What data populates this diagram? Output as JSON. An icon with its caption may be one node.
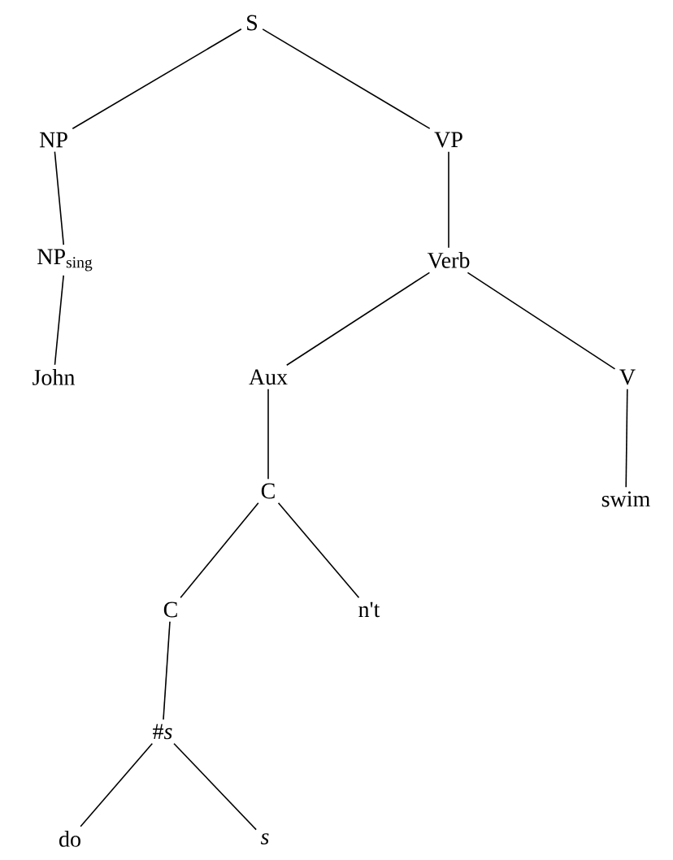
{
  "diagram": {
    "nodes": [
      {
        "text": [
          "S"
        ]
      },
      {
        "text": [
          "NP"
        ]
      },
      {
        "text": [
          "VP"
        ]
      },
      {
        "text": [
          "NP$_{sing}$"
        ]
      },
      {
        "text": [
          "Verb"
        ]
      },
      {
        "text": [
          "John"
        ]
      },
      {
        "text": [
          "Aux"
        ]
      },
      {
        "text": [
          "V"
        ]
      },
      {
        "text": [
          "C"
        ]
      },
      {
        "text": [
          "swim"
        ]
      },
      {
        "text": [
          "C"
        ]
      },
      {
        "text": [
          "n't"
        ]
      },
      {
        "text": [
          "#*s*"
        ]
      },
      {
        "text": [
          "do"
        ]
      },
      {
        "text": [
          "s"
        ]
      }
    ],
    "edges": [
      {
        "from": 0,
        "to": 1,
        "arrow": "none"
      },
      {
        "from": 0,
        "to": 2,
        "arrow": "none"
      },
      {
        "from": 1,
        "to": 3,
        "arrow": "none"
      },
      {
        "from": 3,
        "to": 5,
        "arrow": "none"
      },
      {
        "from": 2,
        "to": 4,
        "arrow": "none"
      },
      {
        "from": 4,
        "to": 6,
        "arrow": "none"
      },
      {
        "from": 4,
        "to": 7,
        "arrow": "none"
      },
      {
        "from": 6,
        "to": 8,
        "arrow": "none"
      },
      {
        "from": 7,
        "to": 9,
        "arrow": "none"
      },
      {
        "from": 8,
        "to": 10,
        "arrow": "none"
      },
      {
        "from": 8,
        "to": 11,
        "arrow": "none"
      },
      {
        "from": 10,
        "to": 12,
        "arrow": "none"
      },
      {
        "from": 12,
        "to": 13,
        "arrow": "none"
      },
      {
        "from": 12,
        "to": 14,
        "arrow": "none"
      }
    ]
  }
}
